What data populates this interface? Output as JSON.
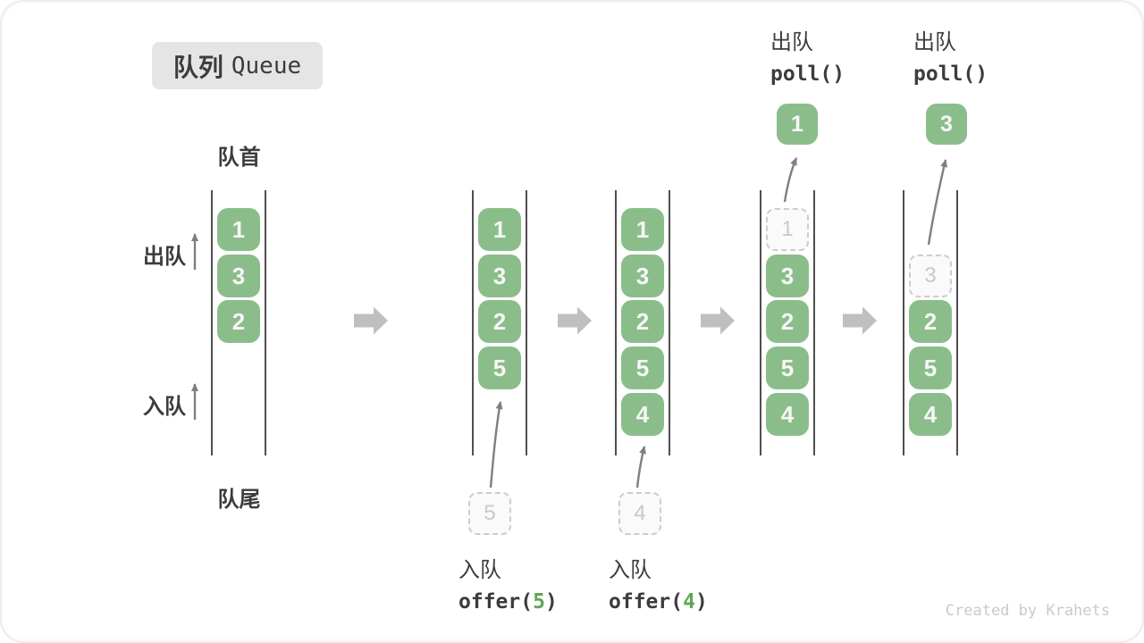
{
  "title": {
    "zh": "队列",
    "en": "Queue"
  },
  "side_labels": {
    "front": "队首",
    "rear": "队尾",
    "dequeue": "出队",
    "enqueue": "入队"
  },
  "watermark": "Created by Krahets",
  "colors": {
    "element_green": "#8bbd8b",
    "element_text": "#f7f7f7",
    "code_arg_green": "#5fa755",
    "text_dark": "#3c3c3c",
    "dashed_border": "#cdcdcd",
    "dashed_text": "#c9c9c9",
    "thin_arrow": "#7f7f7f",
    "block_arrow": "#bfbfbf",
    "title_badge_bg": "#e5e5e5",
    "queue_wall": "#4f4f4f",
    "watermark_gray": "#cacaca"
  },
  "queues": [
    {
      "slots": [
        {
          "value": "1",
          "style": "solid"
        },
        {
          "value": "3",
          "style": "solid"
        },
        {
          "value": "2",
          "style": "solid"
        }
      ]
    },
    {
      "slots": [
        {
          "value": "1",
          "style": "solid"
        },
        {
          "value": "3",
          "style": "solid"
        },
        {
          "value": "2",
          "style": "solid"
        },
        {
          "value": "5",
          "style": "solid"
        }
      ],
      "staged_value": "5",
      "caption": {
        "zh": "入队",
        "code_pre": "offer(",
        "code_arg": "5",
        "code_suf": ")"
      }
    },
    {
      "slots": [
        {
          "value": "1",
          "style": "solid"
        },
        {
          "value": "3",
          "style": "solid"
        },
        {
          "value": "2",
          "style": "solid"
        },
        {
          "value": "5",
          "style": "solid"
        },
        {
          "value": "4",
          "style": "solid"
        }
      ],
      "staged_value": "4",
      "caption": {
        "zh": "入队",
        "code_pre": "offer(",
        "code_arg": "4",
        "code_suf": ")"
      }
    },
    {
      "slots": [
        {
          "value": "1",
          "style": "dashed"
        },
        {
          "value": "3",
          "style": "solid"
        },
        {
          "value": "2",
          "style": "solid"
        },
        {
          "value": "5",
          "style": "solid"
        },
        {
          "value": "4",
          "style": "solid"
        }
      ],
      "popped_value": "1",
      "caption": {
        "zh": "出队",
        "code": "poll()"
      }
    },
    {
      "slots": [
        {
          "value": "3",
          "style": "dashed"
        },
        {
          "value": "2",
          "style": "solid"
        },
        {
          "value": "5",
          "style": "solid"
        },
        {
          "value": "4",
          "style": "solid"
        }
      ],
      "popped_value": "3",
      "caption": {
        "zh": "出队",
        "code": "poll()"
      }
    }
  ]
}
